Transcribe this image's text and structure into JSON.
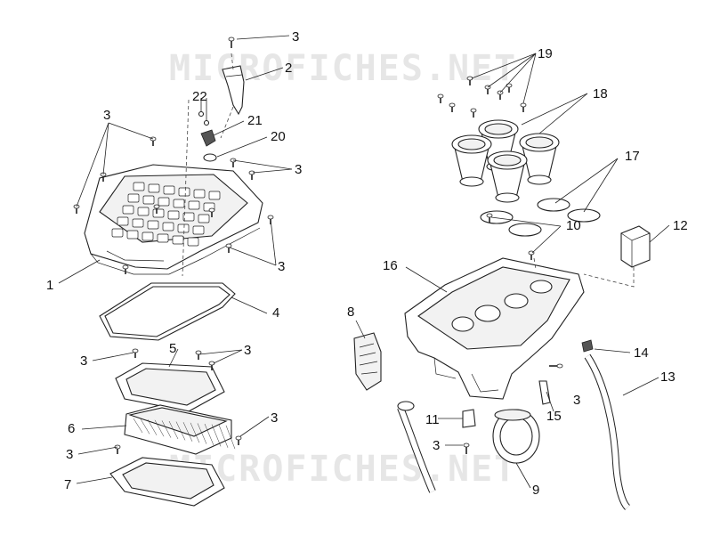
{
  "watermark": "MICROFICHES.NET",
  "callouts": [
    "1",
    "2",
    "3",
    "3",
    "3",
    "3",
    "3",
    "3",
    "3",
    "3",
    "3",
    "3",
    "4",
    "5",
    "6",
    "7",
    "8",
    "9",
    "10",
    "11",
    "12",
    "13",
    "14",
    "15",
    "16",
    "17",
    "18",
    "19",
    "20",
    "21",
    "22"
  ]
}
